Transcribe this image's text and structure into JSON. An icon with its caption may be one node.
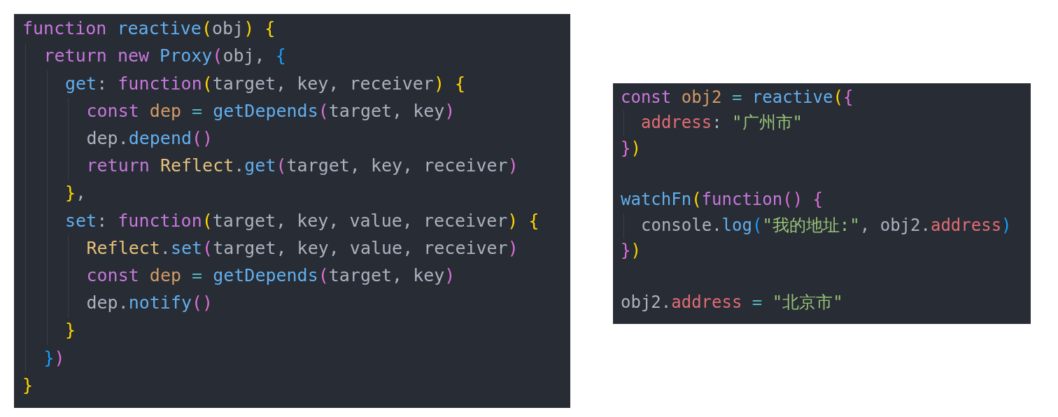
{
  "diagram": {
    "nodes": [
      {
        "text": [
          "function reactive(obj) {",
          "return new Proxy(obj, {",
          "get: function(target, key, receiver) {",
          "const dep = getDepends(target, key)",
          "dep.depend()",
          "return Reflect.get(target, key, receiver)",
          "},",
          "set: function(target, key, value, receiver) {",
          "Reflect.set(target, key, value, receiver)",
          "const dep = getDepends(target, key)",
          "dep.notify()",
          "}",
          "})",
          "}"
        ]
      },
      {
        "text": [
          "const obj2 = reactive({",
          "address: \"广州市\"",
          "})",
          "watchFn(function() {",
          "console.log(\"我的地址:\", obj2.address)",
          "})",
          "obj2.address = \"北京市\""
        ]
      }
    ]
  }
}
